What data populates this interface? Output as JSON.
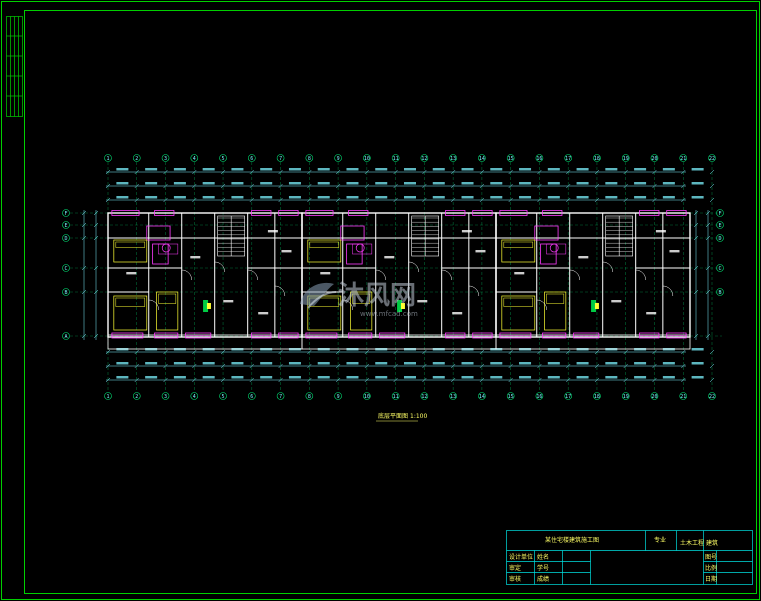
{
  "drawing": {
    "caption": "底层平面图",
    "caption_scale": "1:100",
    "watermark_text": "沐风网",
    "watermark_url": "www.mfcad.com"
  },
  "title_block": {
    "project_name": "某住宅楼建筑施工图",
    "discipline_label": "专业",
    "discipline_value": "土木工程",
    "sheet_name": "建筑",
    "rows_left": [
      "设计单位",
      "审定",
      "审核"
    ],
    "rows_mid": [
      "姓名",
      "学号",
      "成绩"
    ],
    "rows_right": [
      "图号",
      "比例",
      "日期"
    ]
  },
  "axes": {
    "numbers": [
      "1",
      "2",
      "3",
      "4",
      "5",
      "6",
      "7",
      "8",
      "9",
      "10",
      "11",
      "12",
      "13",
      "14",
      "15",
      "16",
      "17",
      "18",
      "19",
      "20",
      "21",
      "22"
    ],
    "letters_left": [
      "F",
      "E",
      "D",
      "C",
      "B",
      "A"
    ],
    "letters_right": [
      "F",
      "E",
      "D",
      "C",
      "B"
    ]
  },
  "colors": {
    "background": "#000000",
    "border": "#00d000",
    "wall": "#ffffff",
    "axis": "#00e676",
    "dimension": "#7cf3ff",
    "window": "#ff3cff",
    "furniture": "#ffff33",
    "text": "#ffff66"
  },
  "icons": {
    "watermark": "leaf-logo-icon",
    "furniture": "bed-icon"
  }
}
